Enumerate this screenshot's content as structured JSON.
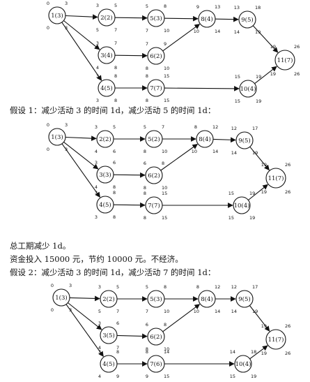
{
  "diagrams": [
    {
      "id": "original",
      "nodes": [
        {
          "id": "n1",
          "label": "1(3)",
          "top_left": "0",
          "top_right": "3",
          "bot_left": "0",
          "bot_right": "3"
        },
        {
          "id": "n2",
          "label": "2(2)",
          "top_left": "3",
          "top_right": "5",
          "bot_left": "5",
          "bot_right": "7"
        },
        {
          "id": "n3",
          "label": "3(4)",
          "top_left": "3",
          "top_right": "7",
          "bot_left": "4",
          "bot_right": "8"
        },
        {
          "id": "n4",
          "label": "4(5)",
          "top_left": "3",
          "top_right": "8",
          "bot_left": "3",
          "bot_right": "8"
        },
        {
          "id": "n5",
          "label": "5(3)",
          "top_left": "5",
          "top_right": "8",
          "bot_left": "7",
          "bot_right": "10"
        },
        {
          "id": "n6",
          "label": "6(2)",
          "top_left": "7",
          "top_right": "9",
          "bot_left": "8",
          "bot_right": "10"
        },
        {
          "id": "n7",
          "label": "7(7)",
          "top_left": "8",
          "top_right": "15",
          "bot_left": "8",
          "bot_right": "15"
        },
        {
          "id": "n8",
          "label": "8(4)",
          "top_left": "9",
          "top_right": "13",
          "bot_left": "10",
          "bot_right": "14"
        },
        {
          "id": "n9",
          "label": "9(5)",
          "top_left": "13",
          "top_right": "18",
          "bot_left": "14",
          "bot_right": "19"
        },
        {
          "id": "n10",
          "label": "10(4)",
          "top_left": "15",
          "top_right": "19",
          "bot_left": "15",
          "bot_right": "19"
        },
        {
          "id": "n11",
          "label": "11(7)",
          "top_left": "19",
          "top_right": "26",
          "bot_left": "19",
          "bot_right": "26"
        }
      ]
    },
    {
      "id": "assumption1",
      "nodes": [
        {
          "id": "n1",
          "label": "1(3)",
          "top_left": "0",
          "top_right": "3",
          "bot_left": "0",
          "bot_right": "3"
        },
        {
          "id": "n2",
          "label": "2(2)",
          "top_left": "3",
          "top_right": "5",
          "bot_left": "4",
          "bot_right": "6"
        },
        {
          "id": "n3",
          "label": "3(3)",
          "top_left": "3",
          "top_right": "6",
          "bot_left": "4",
          "bot_right": "8"
        },
        {
          "id": "n4",
          "label": "4(5)",
          "top_left": "3",
          "top_right": "8",
          "bot_left": "3",
          "bot_right": "8"
        },
        {
          "id": "n5",
          "label": "5(2)",
          "top_left": "5",
          "top_right": "7",
          "bot_left": "8",
          "bot_right": "10"
        },
        {
          "id": "n6",
          "label": "6(2)",
          "top_left": "6",
          "top_right": "8",
          "bot_left": "8",
          "bot_right": "10"
        },
        {
          "id": "n7",
          "label": "7(7)",
          "top_left": "8",
          "top_right": "15",
          "bot_left": "8",
          "bot_right": "15"
        },
        {
          "id": "n8",
          "label": "8(4)",
          "top_left": "8",
          "top_right": "12",
          "bot_left": "10",
          "bot_right": "14"
        },
        {
          "id": "n9",
          "label": "9(5)",
          "top_left": "12",
          "top_right": "17",
          "bot_left": "14",
          "bot_right": "19"
        },
        {
          "id": "n10",
          "label": "10(4)",
          "top_left": "15",
          "top_right": "19",
          "bot_left": "15",
          "bot_right": "19"
        },
        {
          "id": "n11",
          "label": "11(7)",
          "top_left": "19",
          "top_right": "26",
          "bot_left": "19",
          "bot_right": "26"
        }
      ]
    },
    {
      "id": "assumption2",
      "nodes": [
        {
          "id": "n1",
          "label": "1(3)",
          "top_left": "0",
          "top_right": "3",
          "bot_left": "0",
          "bot_right": "3"
        },
        {
          "id": "n2",
          "label": "2(2)",
          "top_left": "3",
          "top_right": "5",
          "bot_left": "5",
          "bot_right": "7"
        },
        {
          "id": "n3",
          "label": "3(5)",
          "top_left": "3",
          "top_right": "6",
          "bot_left": "4",
          "bot_right": "7"
        },
        {
          "id": "n4",
          "label": "4(5)",
          "top_left": "3",
          "top_right": "8",
          "bot_left": "4",
          "bot_right": "9"
        },
        {
          "id": "n5",
          "label": "5(3)",
          "top_left": "5",
          "top_right": "8",
          "bot_left": "7",
          "bot_right": "10"
        },
        {
          "id": "n6",
          "label": "6(2)",
          "top_left": "6",
          "top_right": "8",
          "bot_left": "8",
          "bot_right": "10"
        },
        {
          "id": "n7",
          "label": "7(6)",
          "top_left": "8",
          "top_right": "14",
          "bot_left": "9",
          "bot_right": "15"
        },
        {
          "id": "n8",
          "label": "8(4)",
          "top_left": "8",
          "top_right": "12",
          "bot_left": "10",
          "bot_right": "14"
        },
        {
          "id": "n9",
          "label": "9(5)",
          "top_left": "12",
          "top_right": "17",
          "bot_left": "14",
          "bot_right": "19"
        },
        {
          "id": "n10",
          "label": "10(4)",
          "top_left": "14",
          "top_right": "18",
          "bot_left": "15",
          "bot_right": "19"
        },
        {
          "id": "n11",
          "label": "11(7)",
          "top_left": "19",
          "top_right": "26",
          "bot_left": "19",
          "bot_right": "26"
        }
      ]
    }
  ],
  "edges": [
    [
      "n1",
      "n2"
    ],
    [
      "n1",
      "n3"
    ],
    [
      "n1",
      "n4"
    ],
    [
      "n2",
      "n5"
    ],
    [
      "n3",
      "n6"
    ],
    [
      "n4",
      "n7"
    ],
    [
      "n5",
      "n8"
    ],
    [
      "n6",
      "n8"
    ],
    [
      "n8",
      "n9"
    ],
    [
      "n7",
      "n10"
    ],
    [
      "n9",
      "n11"
    ],
    [
      "n10",
      "n11"
    ]
  ],
  "text": {
    "assumption1_title": "假设 1：减少活动 3 的时间 1d，减少活动 5 的时间 1d：",
    "total_reduction": "总工期减少 1d。",
    "investment_note": "资金投入 15000 元，节约 10000 元。不经济。",
    "assumption2_title": "假设 2：减少活动 3 的时间 1d，减少活动 7 的时间 1d："
  }
}
